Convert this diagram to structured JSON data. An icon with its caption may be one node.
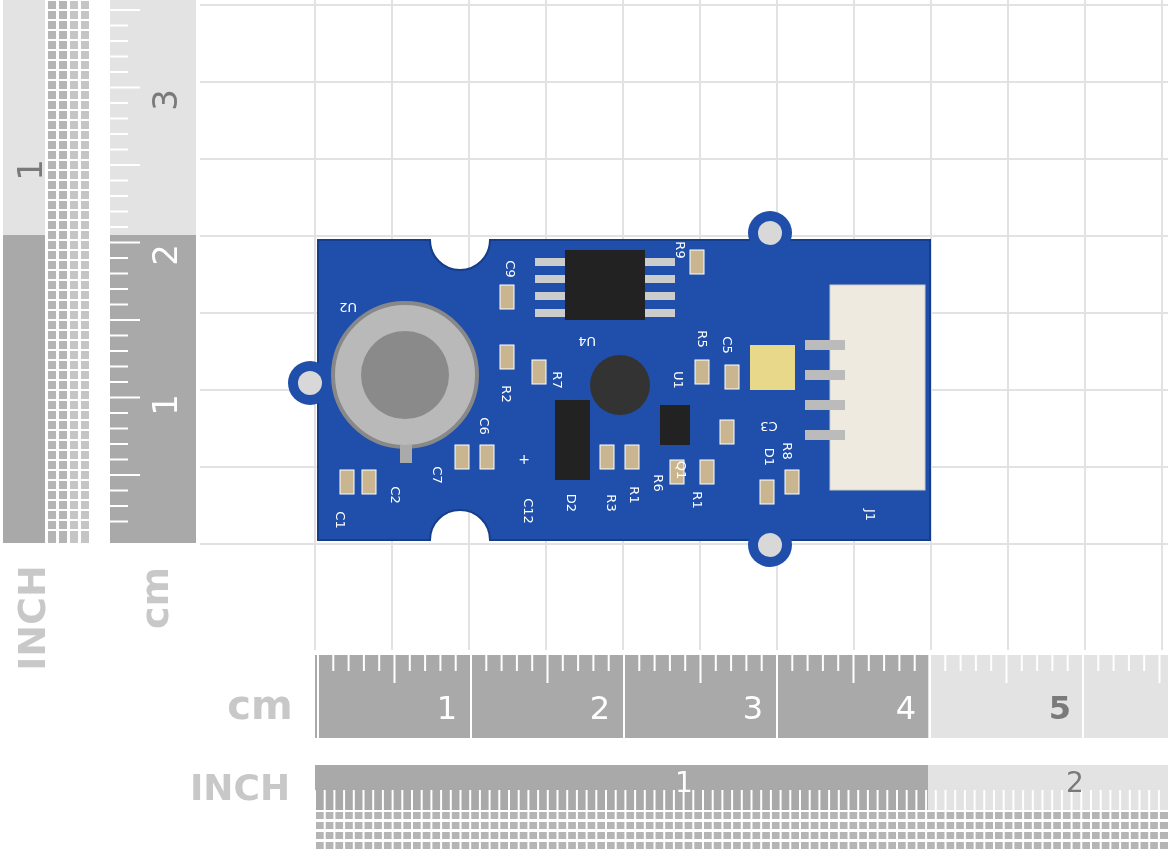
{
  "diagram": {
    "labels": [
      "1",
      "3",
      "2",
      "1",
      "INCH",
      "cm",
      "R9",
      "C9",
      "U2",
      "U4",
      "R5",
      "C5",
      "R7",
      "U1",
      "R2",
      "C6",
      "C3",
      "+",
      "D1",
      "R8",
      "C7",
      "C2",
      "C12",
      "D2",
      "R3",
      "R1",
      "R6",
      "Q1",
      "R1",
      "C1",
      "J1",
      "cm",
      "1",
      "2",
      "3",
      "4",
      "5",
      "INCH",
      "1",
      "2"
    ]
  }
}
